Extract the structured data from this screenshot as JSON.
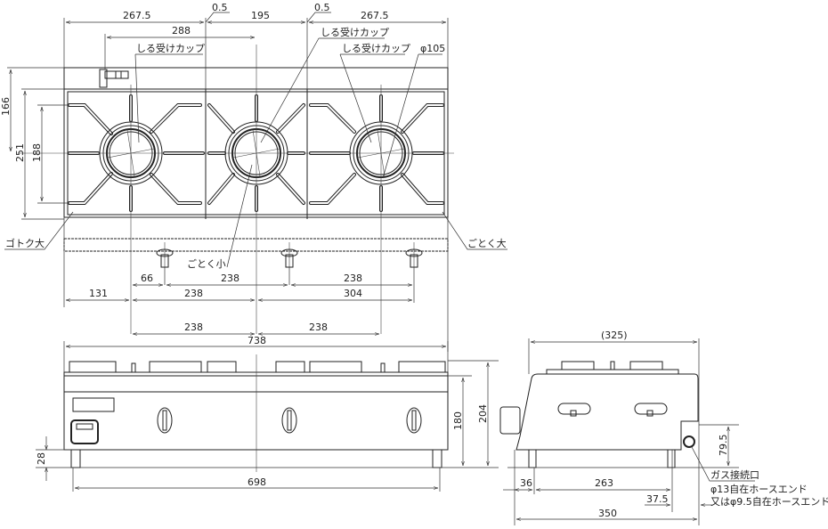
{
  "top_view": {
    "dims": {
      "w_left": "267.5",
      "gap_left": "0.5",
      "w_mid": "195",
      "gap_right": "0.5",
      "w_right": "267.5",
      "burner_span": "288",
      "phi": "φ105",
      "h_166": "166",
      "h_251": "251",
      "h_188": "188",
      "d_131": "131",
      "d_66": "66",
      "d_238a": "238",
      "d_238b": "238",
      "d_304": "304",
      "d_238c": "238",
      "d_238d": "238",
      "total": "738"
    },
    "labels": {
      "drip_cup_1": "しる受けカップ",
      "drip_cup_2": "しる受けカップ",
      "drip_cup_3": "しる受けカップ",
      "grate_large_left": "ゴトク大",
      "grate_large_right": "ごとく大",
      "grate_small": "ごとく小"
    }
  },
  "front_view": {
    "dims": {
      "h_204": "204",
      "h_180": "180",
      "h_28": "28",
      "w_698": "698"
    }
  },
  "side_view": {
    "dims": {
      "depth_325": "(325)",
      "d_36": "36",
      "d_263": "263",
      "d_37_5": "37.5",
      "d_350": "350",
      "h_79_5": "79.5"
    },
    "gas_label": "ガス接続口",
    "gas_spec_1": "φ13自在ホースエンド",
    "gas_spec_2": "又はφ9.5自在ホースエンド"
  }
}
